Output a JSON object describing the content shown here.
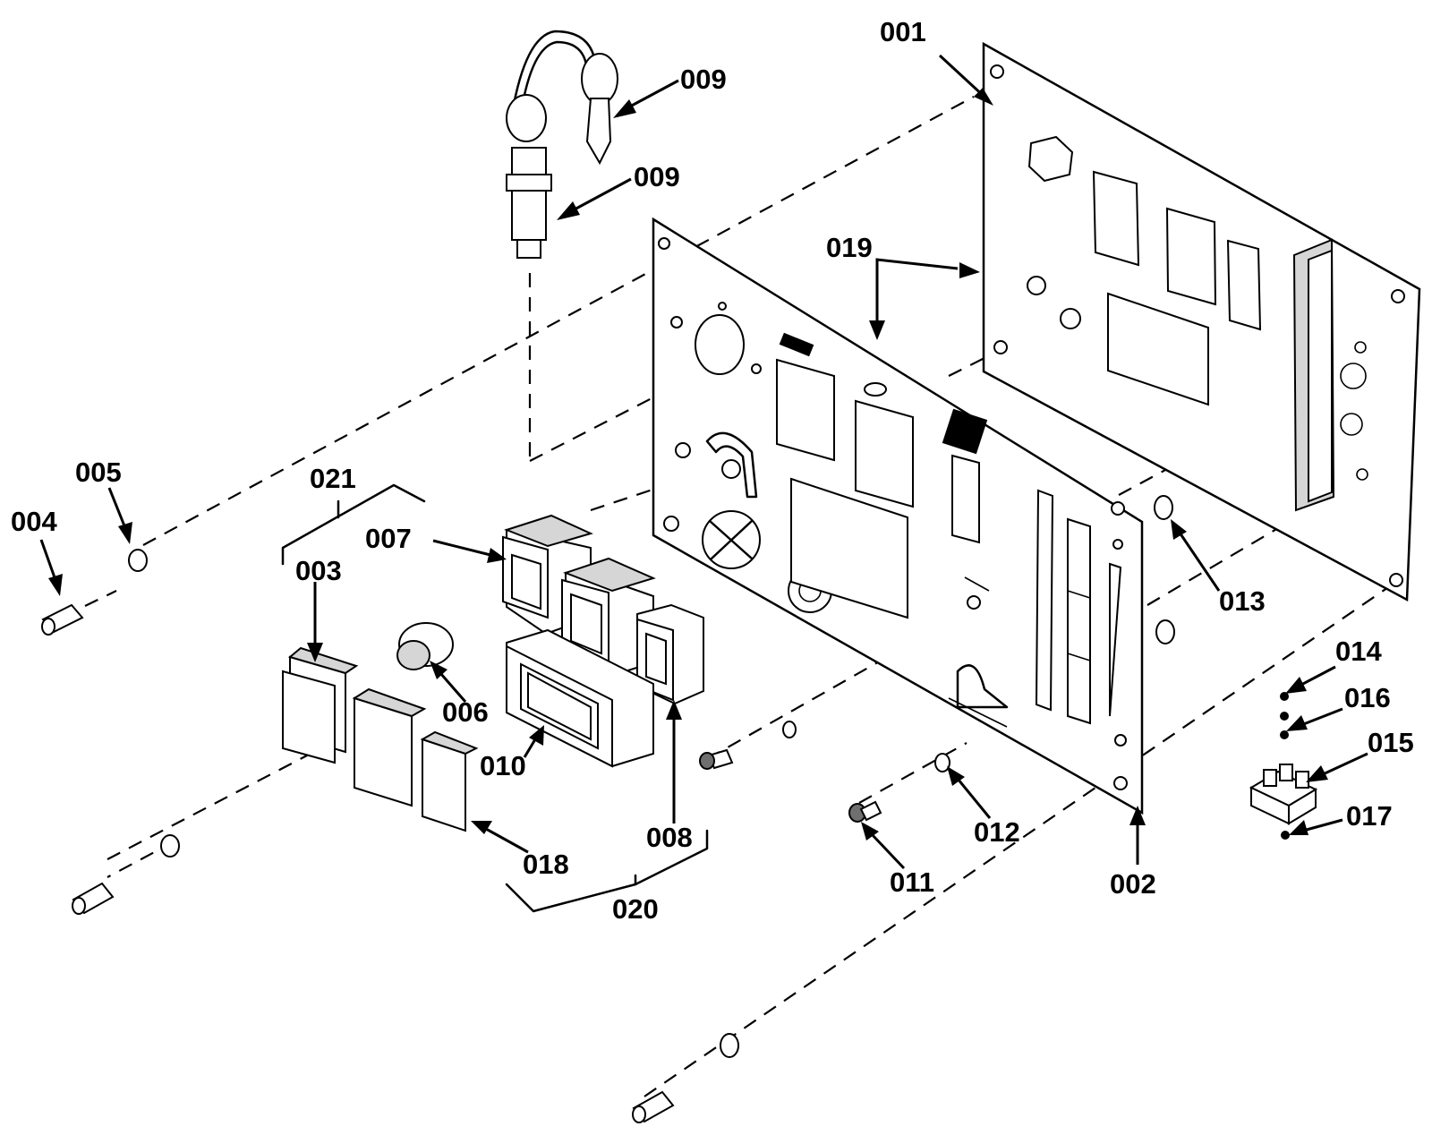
{
  "labels": {
    "p001": "001",
    "p002": "002",
    "p003": "003",
    "p004": "004",
    "p005": "005",
    "p006": "006",
    "p007": "007",
    "p008": "008",
    "p009a": "009",
    "p009b": "009",
    "p010": "010",
    "p011": "011",
    "p012": "012",
    "p013": "013",
    "p014": "014",
    "p015": "015",
    "p016": "016",
    "p017": "017",
    "p018": "018",
    "p019": "019",
    "p020": "020",
    "p021": "021"
  },
  "colors": {
    "ink": "#000000",
    "background": "#ffffff",
    "shade": "#d6d6d6"
  }
}
